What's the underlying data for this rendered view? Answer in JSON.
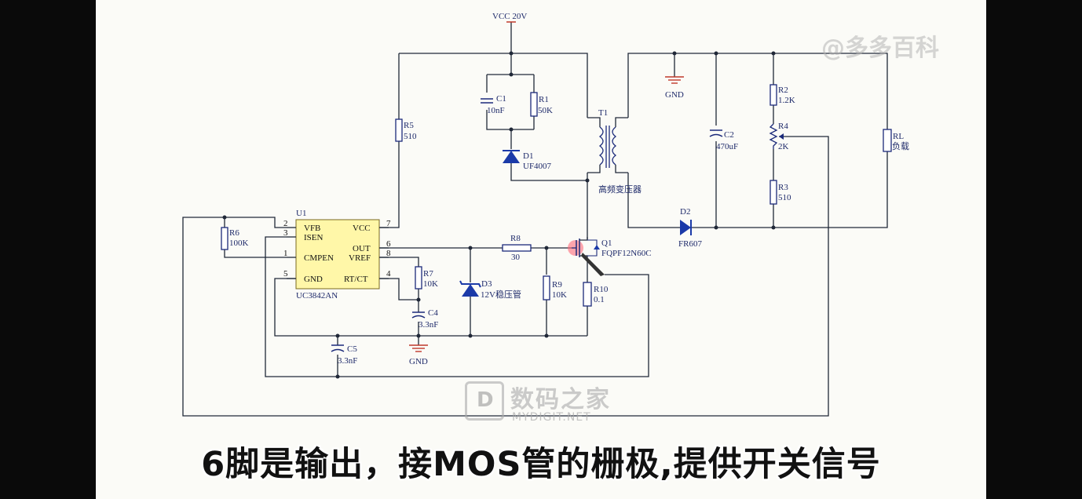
{
  "subtitle": "6脚是输出，接MOS管的栅极,提供开关信号",
  "watermark": "@多多百科",
  "logo": {
    "cn": "数码之家",
    "en": "MYDIGIT.NET",
    "mark": "D"
  },
  "power": {
    "vcc": "VCC 20V",
    "gnd": "GND"
  },
  "ic": {
    "ref": "U1",
    "part": "UC3842AN",
    "pins": [
      {
        "num": "2",
        "name": "VFB"
      },
      {
        "num": "3",
        "name": "ISEN"
      },
      {
        "num": "1",
        "name": "CMPEN"
      },
      {
        "num": "5",
        "name": "GND"
      },
      {
        "num": "7",
        "name": "VCC"
      },
      {
        "num": "6",
        "name": "OUT"
      },
      {
        "num": "8",
        "name": "VREF"
      },
      {
        "num": "4",
        "name": "RT/CT"
      }
    ]
  },
  "components": {
    "C1": {
      "ref": "C1",
      "value": "10nF"
    },
    "R1": {
      "ref": "R1",
      "value": "50K"
    },
    "D1": {
      "ref": "D1",
      "value": "UF4007"
    },
    "R5": {
      "ref": "R5",
      "value": "510"
    },
    "T1": {
      "ref": "T1",
      "value": "高频变压器"
    },
    "C2": {
      "ref": "C2",
      "value": "470uF"
    },
    "R2": {
      "ref": "R2",
      "value": "1.2K"
    },
    "R4": {
      "ref": "R4",
      "value": "2K"
    },
    "R3": {
      "ref": "R3",
      "value": "510"
    },
    "RL": {
      "ref": "RL",
      "value": "负载"
    },
    "D2": {
      "ref": "D2",
      "value": "FR607"
    },
    "R6": {
      "ref": "R6",
      "value": "100K"
    },
    "R8": {
      "ref": "R8",
      "value": "30"
    },
    "Q1": {
      "ref": "Q1",
      "value": "FQPF12N60C"
    },
    "R7": {
      "ref": "R7",
      "value": "10K"
    },
    "D3": {
      "ref": "D3",
      "value": "12V稳压管"
    },
    "R9": {
      "ref": "R9",
      "value": "10K"
    },
    "R10": {
      "ref": "R10",
      "value": "0.1"
    },
    "C4": {
      "ref": "C4",
      "value": "3.3nF"
    },
    "C5": {
      "ref": "C5",
      "value": "3.3nF"
    }
  },
  "colors": {
    "ic_fill": "#fff7a8",
    "component": "#1b2a7a",
    "wire": "#202838",
    "highlight": "#ff6a7a"
  }
}
